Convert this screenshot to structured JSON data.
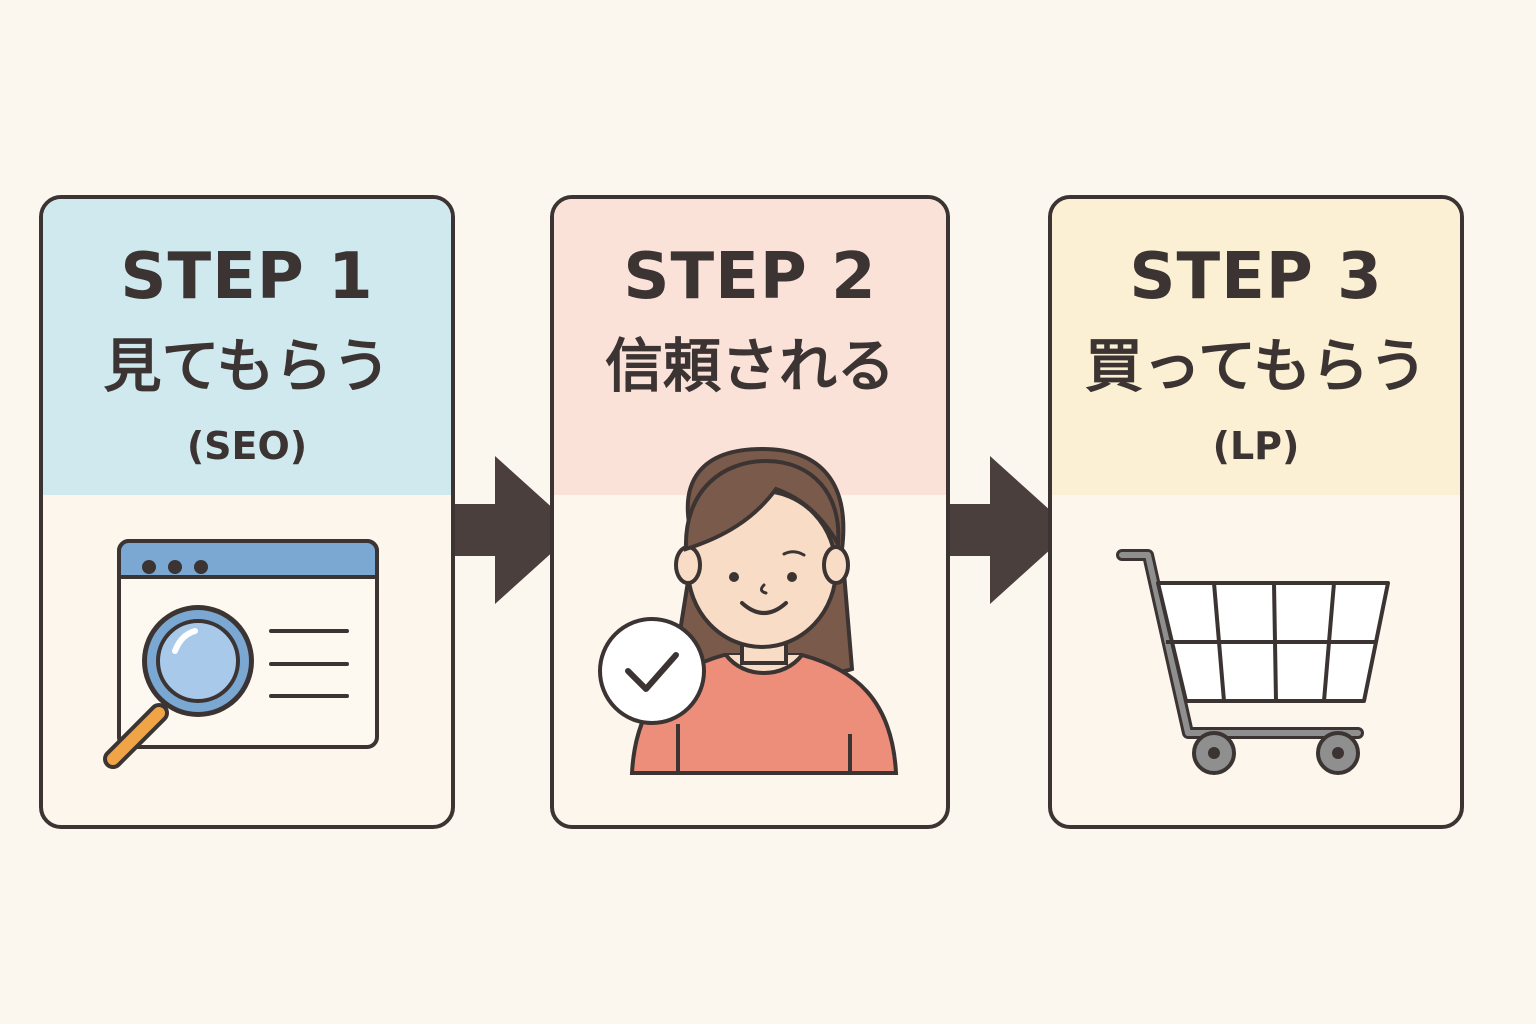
{
  "steps": [
    {
      "label": "STEP 1",
      "title": "見てもらう",
      "subtitle": "(SEO)",
      "illustration": "browser-search-icon",
      "color": "#cfe9ee"
    },
    {
      "label": "STEP 2",
      "title": "信頼される",
      "subtitle": "",
      "illustration": "smiling-woman-check-icon",
      "color": "#fbe2d9"
    },
    {
      "label": "STEP 3",
      "title": "買ってもらう",
      "subtitle": "(LP)",
      "illustration": "shopping-cart-icon",
      "color": "#fbefd4"
    }
  ],
  "colors": {
    "outline": "#3b3433",
    "background": "#fcf7ee",
    "arrow": "#4a3f3c"
  }
}
